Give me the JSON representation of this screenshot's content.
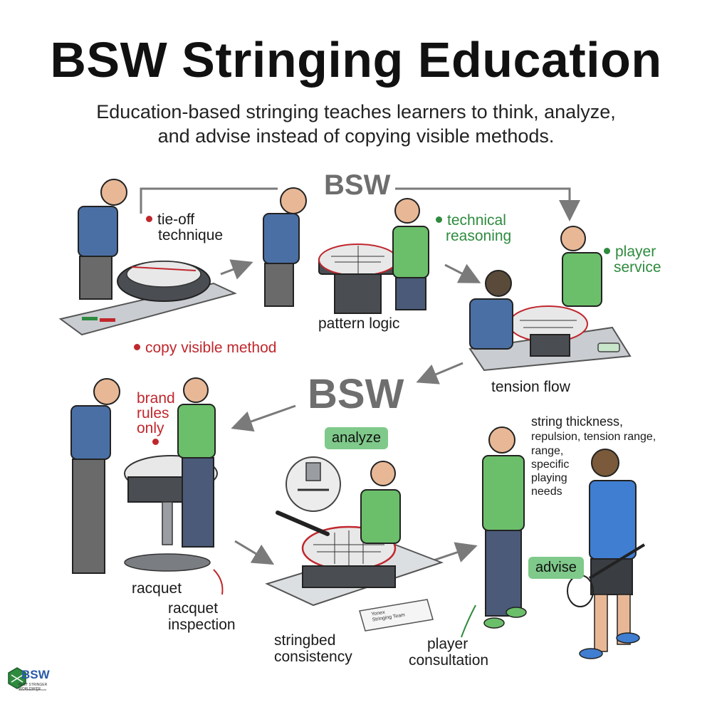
{
  "title": "BSW Stringing Education",
  "subtitle_line1": "Education-based stringing teaches learners to think, analyze,",
  "subtitle_line2": "and advise instead of copying visible methods.",
  "bsw_mark_top": "BSW",
  "bsw_mark_mid": "BSW",
  "labels": {
    "tie_off": "tie-off",
    "technique": "technique",
    "copy_visible": "copy visible method",
    "pattern_logic": "pattern logic",
    "technical": "technical",
    "reasoning": "reasoning",
    "player": "player",
    "service": "service",
    "tension_flow": "tension flow",
    "brand": "brand",
    "rules": "rules",
    "only": "only",
    "racquet": "racquet",
    "racquet_inspection_1": "racquet",
    "racquet_inspection_2": "inspection",
    "analyze": "analyze",
    "stringbed_1": "stringbed",
    "stringbed_2": "consistency",
    "player_consult_1": "player",
    "player_consult_2": "consultation",
    "advise": "advise",
    "needs_1": "string thickness,",
    "needs_2": "repulsion, tension range,",
    "needs_3": "range,",
    "needs_4": "specific",
    "needs_5": "playing",
    "needs_6": "needs",
    "plaque_1": "Yonex",
    "plaque_2": "Stringing Team"
  },
  "logo": {
    "name": "BSW",
    "tagline": "BEST STRINGER WORLDWIDE",
    "url": "www.beststringer.com"
  },
  "colors": {
    "red_accent": "#c0272d",
    "green_accent": "#2e8b3e",
    "bubble_green": "#7fc98a",
    "shirt_blue": "#4a6fa5",
    "shirt_green": "#6bbf6a",
    "machine_dark": "#4a4d52",
    "arrow_gray": "#7a7a7a"
  }
}
